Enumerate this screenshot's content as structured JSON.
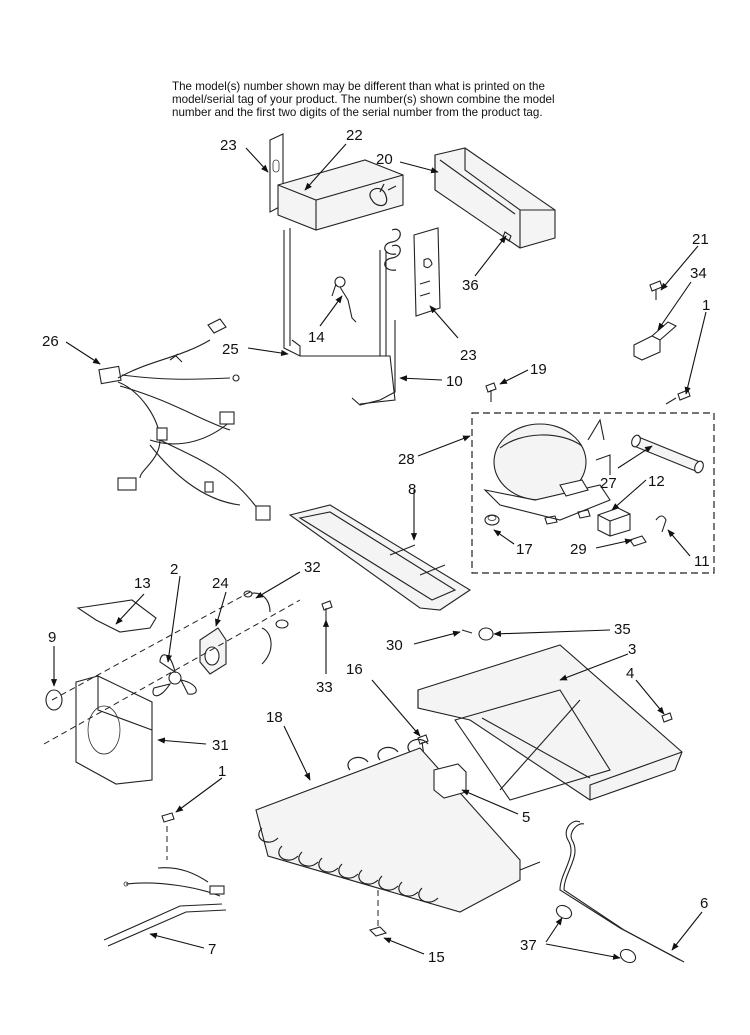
{
  "note": {
    "lines": [
      "The model(s) number shown may be different than what is printed on the",
      "model/serial tag of your product. The number(s) shown combine the model",
      "number and the first two digits of the serial number from the product tag."
    ]
  },
  "callouts": {
    "c1a": "1",
    "c1b": "1",
    "c2": "2",
    "c3": "3",
    "c4": "4",
    "c5": "5",
    "c6": "6",
    "c7": "7",
    "c8": "8",
    "c9": "9",
    "c10": "10",
    "c11": "11",
    "c12": "12",
    "c13": "13",
    "c14": "14",
    "c15": "15",
    "c16": "16",
    "c17": "17",
    "c18": "18",
    "c19": "19",
    "c20": "20",
    "c21": "21",
    "c22": "22",
    "c23a": "23",
    "c23b": "23",
    "c24": "24",
    "c25": "25",
    "c26": "26",
    "c27": "27",
    "c28": "28",
    "c29": "29",
    "c30": "30",
    "c31": "31",
    "c32": "32",
    "c33": "33",
    "c34": "34",
    "c35": "35",
    "c36": "36",
    "c37": "37"
  }
}
